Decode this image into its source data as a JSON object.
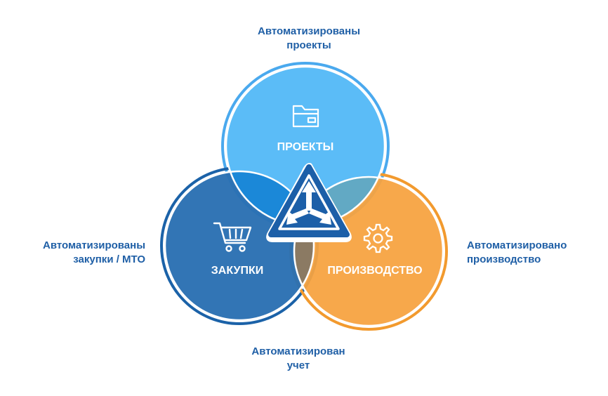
{
  "captions": {
    "top": {
      "line1": "Автоматизированы",
      "line2": "проекты"
    },
    "left": {
      "line1": "Автоматизированы",
      "line2": "закупки / МТО"
    },
    "right": {
      "line1": "Автоматизировано",
      "line2": "производство"
    },
    "bottom": {
      "line1": "Автоматизирован",
      "line2": "учет"
    }
  },
  "circles": {
    "projects": {
      "label": "ПРОЕКТЫ",
      "icon": "folder-icon",
      "color": "#5bbcf7"
    },
    "purchases": {
      "label": "ЗАКУПКИ",
      "icon": "shopping-cart-icon",
      "color": "#2a6fb2"
    },
    "production": {
      "label": "ПРОИЗВОДСТВО",
      "icon": "gear-icon",
      "color": "#f7a340"
    }
  },
  "center_logo": {
    "icon": "triangle-arrows-logo-icon",
    "color": "#1c5fa8"
  },
  "colors": {
    "caption_text": "#1f5fa6",
    "overlap": "#1b88d8"
  }
}
